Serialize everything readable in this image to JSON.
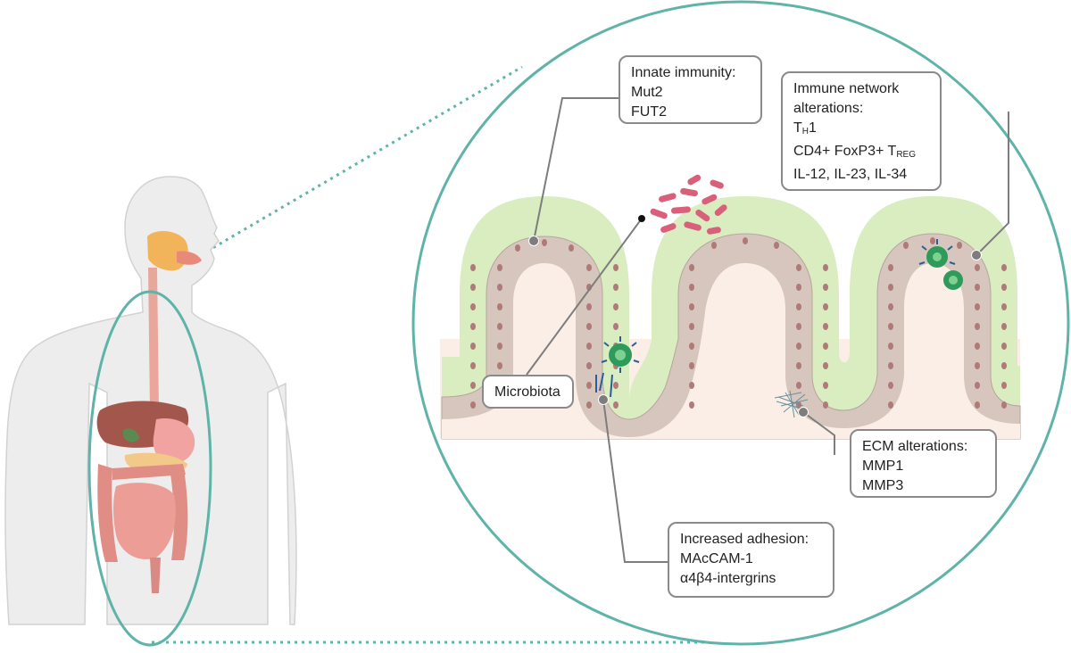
{
  "colors": {
    "outline": "#5fb3a8",
    "tissue_surface": "#d9edc0",
    "epithelium": "#d6c6bd",
    "nucleus": "#b07a78",
    "lamina": "#fbeee6",
    "leader_line": "#7d7d7d",
    "bacteria": "#d9607a",
    "immune_cell": "#2e9a5b",
    "receptor": "#2e5c9a"
  },
  "labels": {
    "innate": {
      "heading": "Innate immunity:",
      "items": [
        "Mut2",
        "FUT2"
      ]
    },
    "immune_network": {
      "heading_1": "Immune network",
      "heading_2": "alterations:",
      "th1_main": "T",
      "th1_sub": "H",
      "th1_tail": "1",
      "treg_main": "CD4+ FoxP3+ T",
      "treg_sub": "REG",
      "cytokines": "IL-12, IL-23, IL-34"
    },
    "microbiota": "Microbiota",
    "ecm": {
      "heading": "ECM alterations:",
      "items": [
        "MMP1",
        "MMP3"
      ]
    },
    "adhesion": {
      "heading": "Increased adhesion:",
      "items": [
        "MAcCAM-1",
        "α4β4-intergrins"
      ]
    }
  },
  "icons": [
    "human-body-icon",
    "digestive-tract-icon",
    "intestinal-villi-icon",
    "bacteria-icon",
    "immune-cell-icon",
    "ecm-fibers-icon"
  ]
}
